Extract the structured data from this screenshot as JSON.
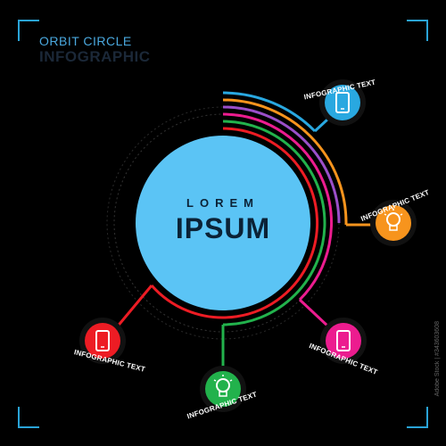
{
  "header": {
    "line1": "ORBIT CIRCLE",
    "line2": "INFOGRAPHIC"
  },
  "center": {
    "small": "LOREM",
    "big": "IPSUM",
    "color": "#5bc4f5"
  },
  "nodes": [
    {
      "id": "blue",
      "label": "INFOGRAPHIC TEXT",
      "color": "#29a8e0",
      "icon": "smartphone-icon"
    },
    {
      "id": "orange",
      "label": "INFOGRAPHIC TEXT",
      "color": "#f7941d",
      "icon": "lightbulb-icon"
    },
    {
      "id": "pink",
      "label": "INFOGRAPHIC TEXT",
      "color": "#ec1c8f",
      "icon": "smartphone-icon"
    },
    {
      "id": "green",
      "label": "INFOGRAPHIC TEXT",
      "color": "#22b24c",
      "icon": "lightbulb-icon"
    },
    {
      "id": "red",
      "label": "INFOGRAPHIC TEXT",
      "color": "#ed1c24",
      "icon": "smartphone-icon"
    }
  ],
  "arc_colors": {
    "purple": "#9b4fc9"
  },
  "watermark": "Adobe Stock | #343603608"
}
